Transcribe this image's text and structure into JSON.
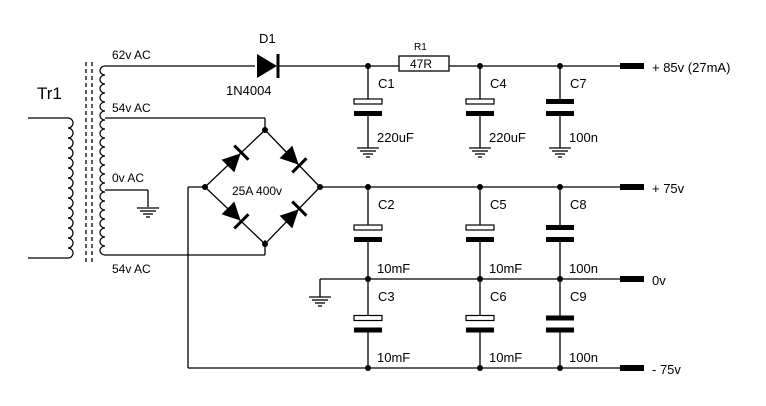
{
  "transformer": {
    "name": "Tr1",
    "taps": [
      "62v AC",
      "54v AC",
      "0v AC",
      "54v AC"
    ]
  },
  "diode": {
    "ref": "D1",
    "part": "1N4004"
  },
  "resistor": {
    "ref": "R1",
    "value": "47R"
  },
  "bridge": {
    "rating": "25A 400v"
  },
  "capacitors": [
    {
      "ref": "C1",
      "value": "220uF"
    },
    {
      "ref": "C4",
      "value": "220uF"
    },
    {
      "ref": "C7",
      "value": "100n"
    },
    {
      "ref": "C2",
      "value": "10mF"
    },
    {
      "ref": "C5",
      "value": "10mF"
    },
    {
      "ref": "C8",
      "value": "100n"
    },
    {
      "ref": "C3",
      "value": "10mF"
    },
    {
      "ref": "C6",
      "value": "10mF"
    },
    {
      "ref": "C9",
      "value": "100n"
    }
  ],
  "outputs": [
    "+ 85v (27mA)",
    "+ 75v",
    "0v",
    "- 75v"
  ]
}
